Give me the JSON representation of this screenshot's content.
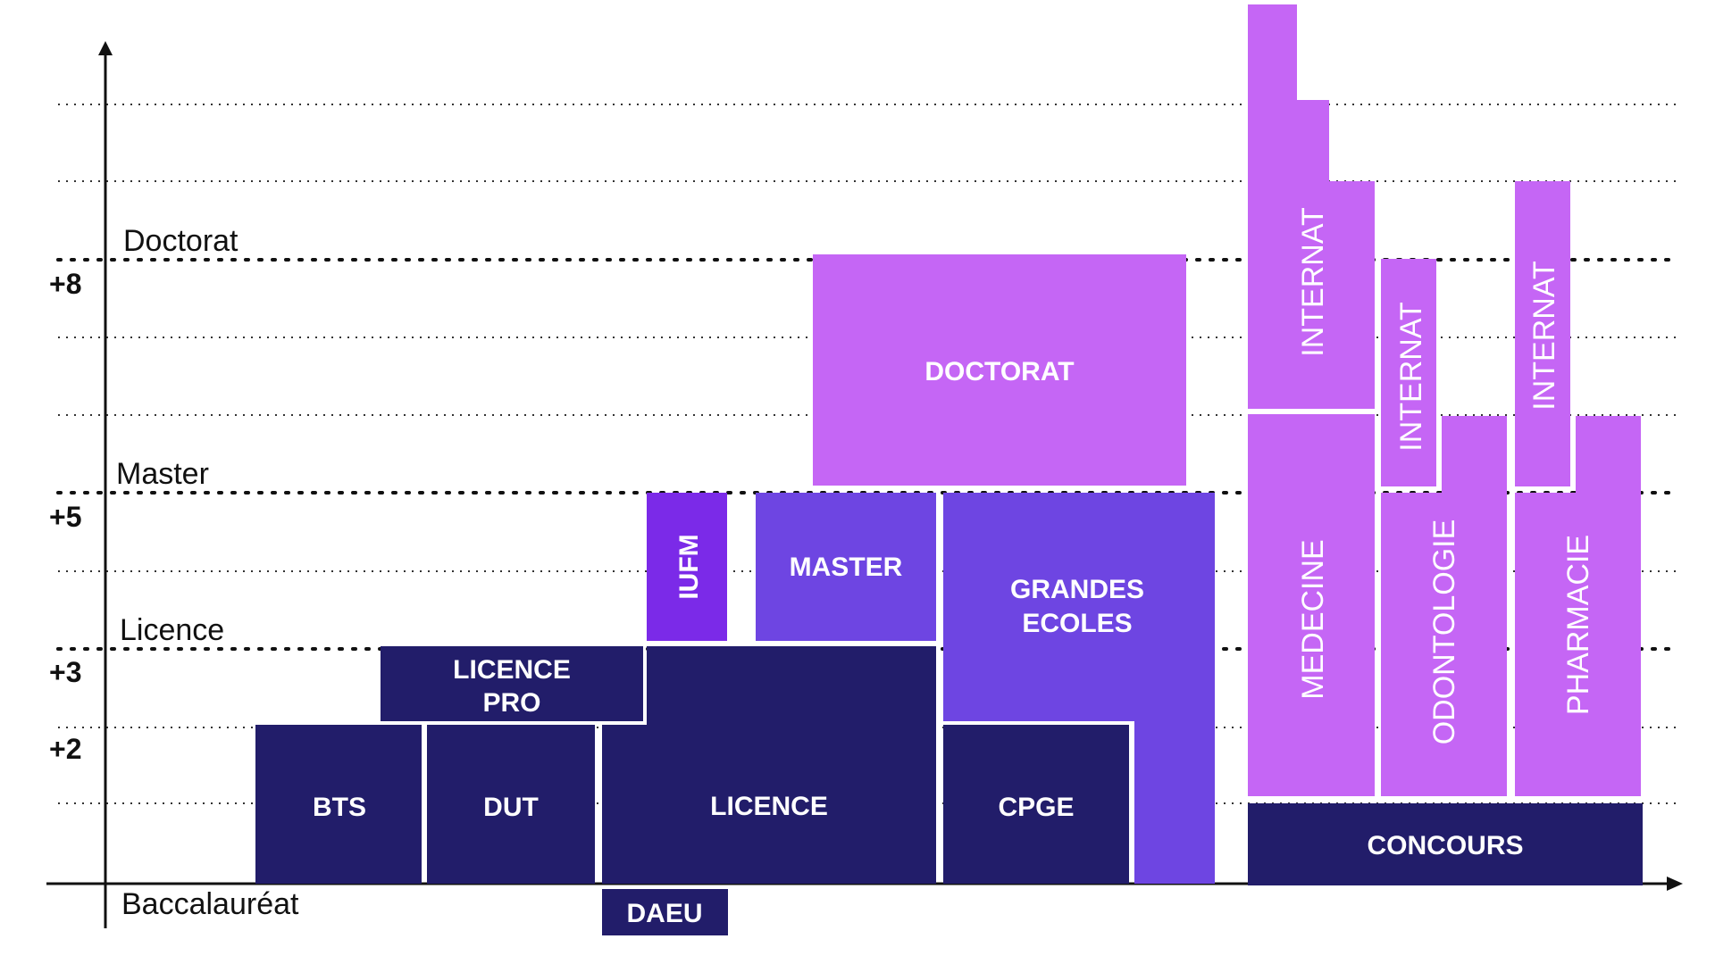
{
  "y_ticks": [
    "+2",
    "+3",
    "+5",
    "+8"
  ],
  "levels": {
    "baccalaureat": "Baccalauréat",
    "licence": "Licence",
    "master": "Master",
    "doctorat": "Doctorat"
  },
  "blocks": {
    "bts": "BTS",
    "dut": "DUT",
    "licence_pro_line1": "LICENCE",
    "licence_pro_line2": "PRO",
    "licence": "LICENCE",
    "daeu": "DAEU",
    "iufm": "IUFM",
    "master": "MASTER",
    "grandes_ecoles_line1": "GRANDES",
    "grandes_ecoles_line2": "ECOLES",
    "cpge": "CPGE",
    "doctorat": "DOCTORAT",
    "concours": "CONCOURS",
    "medecine": "MEDECINE",
    "odontologie": "ODONTOLOGIE",
    "pharmacie": "PHARMACIE",
    "internat_medecine": "INTERNAT",
    "internat_odontologie": "INTERNAT",
    "internat_pharmacie": "INTERNAT"
  },
  "colors": {
    "navy": "#221d6a",
    "violet": "#6e45e2",
    "purple_iufm": "#7b2ae8",
    "lilac": "#c566f5",
    "axis": "#111111"
  }
}
